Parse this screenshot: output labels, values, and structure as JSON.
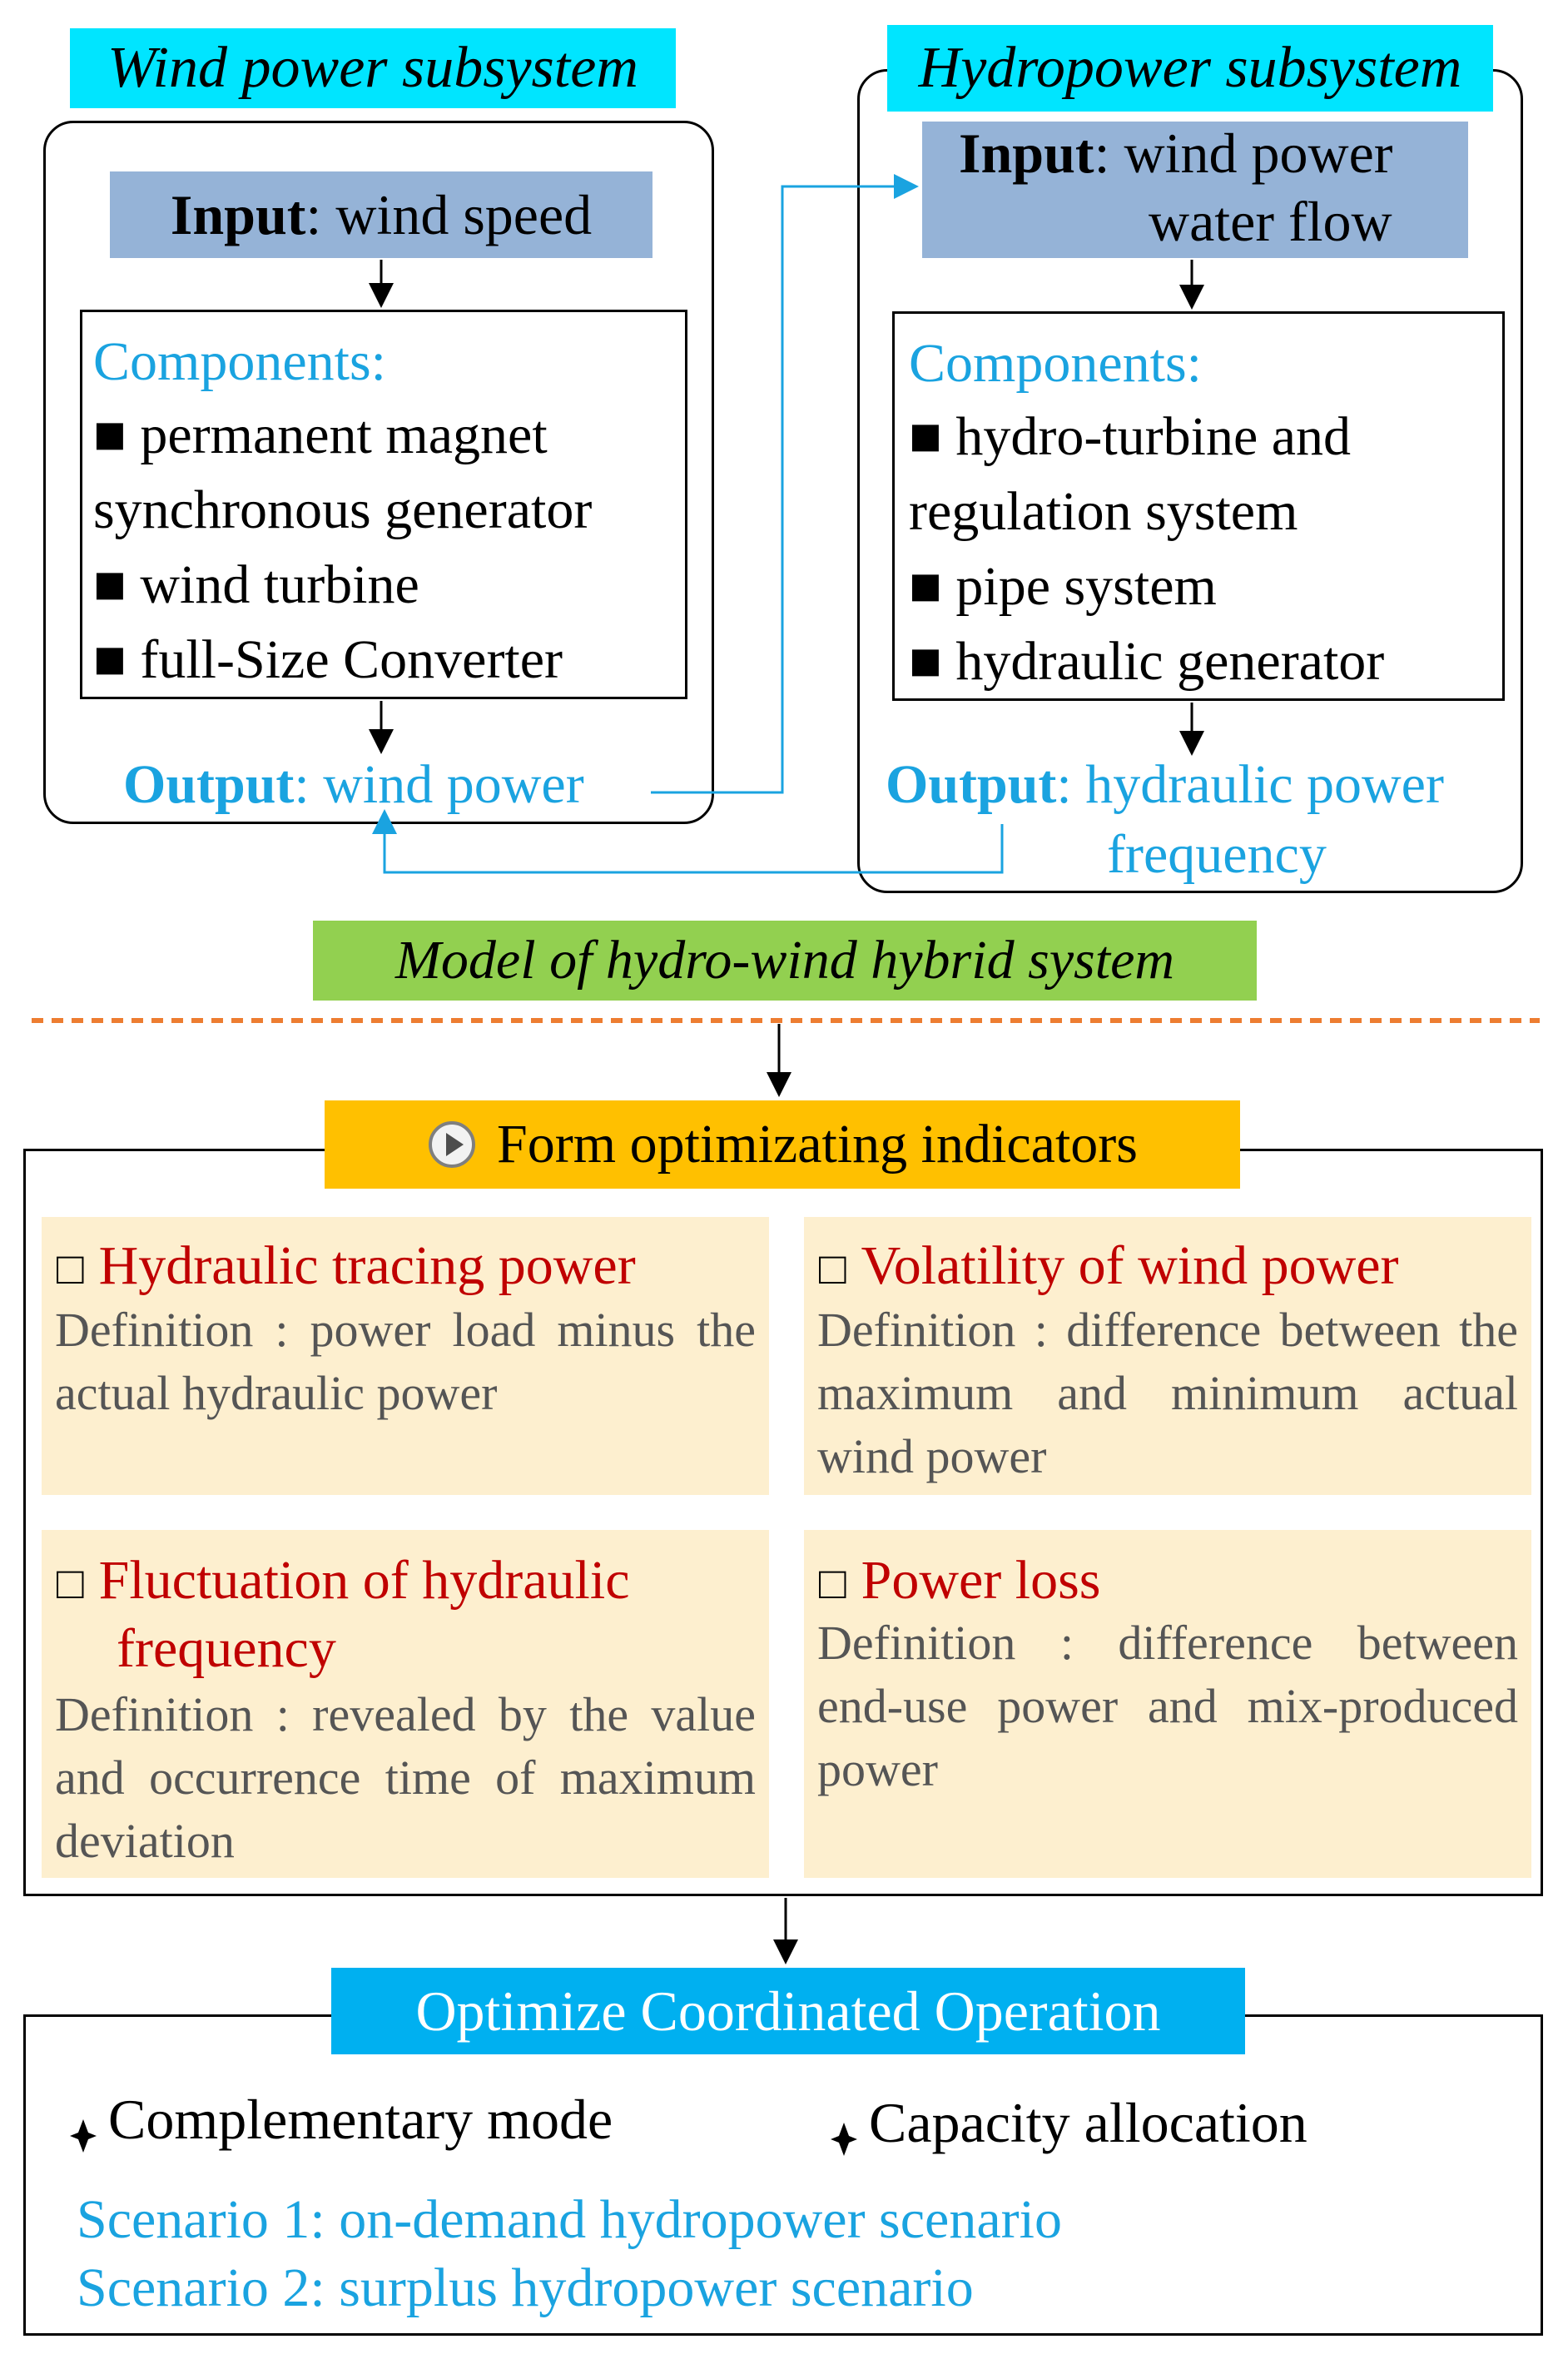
{
  "wind": {
    "title": "Wind power subsystem",
    "input_label": "Input",
    "input_value": ": wind speed",
    "components_title": "Components:",
    "components": [
      "■ permanent magnet",
      "synchronous generator",
      "■ wind turbine",
      "■ full-Size Converter"
    ],
    "output_label": "Output",
    "output_value": ": wind power"
  },
  "hydro": {
    "title": "Hydropower subsystem",
    "input_label": "Input",
    "input_value_1": ": wind power",
    "input_value_2": "water flow",
    "components_title": "Components:",
    "components": [
      "■ hydro-turbine and",
      "regulation system",
      "■ pipe system",
      "■ hydraulic generator"
    ],
    "output_label": "Output",
    "output_value_1": ": hydraulic power",
    "output_value_2": "frequency"
  },
  "model_label": "Model of hydro-wind hybrid system",
  "indicators": {
    "header": "Form optimizating indicators",
    "cards": [
      {
        "checkbox": "□",
        "title": "Hydraulic tracing power",
        "definition": "Definition : power load minus the actual hydraulic power"
      },
      {
        "checkbox": "□",
        "title": "Volatility of wind power",
        "definition": "Definition : difference between the maximum and minimum actual wind power"
      },
      {
        "checkbox": "□",
        "title_1": "Fluctuation of hydraulic",
        "title_2": "frequency",
        "definition": "Definition : revealed by the value and occurrence time of maximum deviation"
      },
      {
        "checkbox": "□",
        "title": "Power loss",
        "definition": "Definition : difference between end-use power and mix-produced power"
      }
    ]
  },
  "optimize": {
    "header": "Optimize Coordinated Operation",
    "item_1": "Complementary mode",
    "item_2": "Capacity allocation",
    "scenario_1": "Scenario 1: on-demand hydropower scenario",
    "scenario_2": "Scenario 2: surplus hydropower scenario"
  },
  "colors": {
    "cyan_tag": "#00e5ff",
    "input_box": "#95b3d7",
    "green_tag": "#92d050",
    "orange_tag": "#ffc000",
    "blue_tag": "#00b0f0",
    "card_bg": "#fdefcf",
    "blue_text": "#1aa3e0",
    "red_text": "#c00000",
    "dashed_line": "#ed7d31"
  }
}
